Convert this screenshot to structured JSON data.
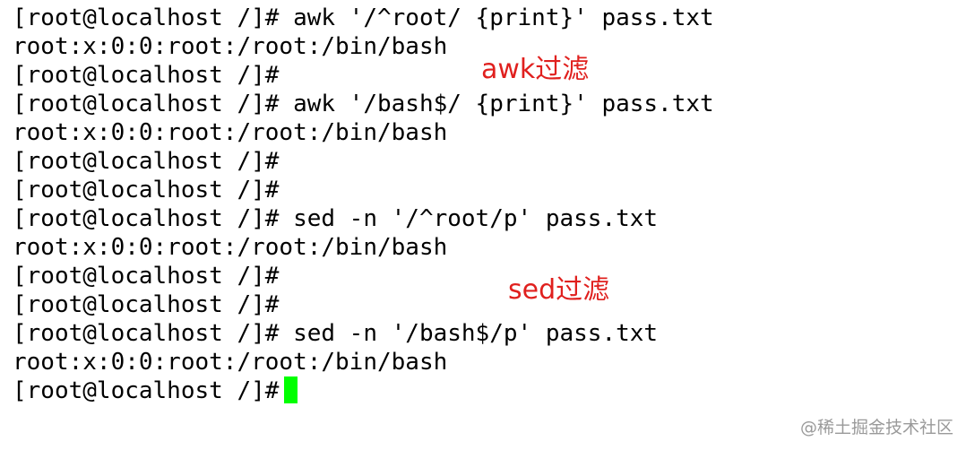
{
  "terminal": {
    "lines": [
      "[root@localhost /]# awk '/^root/ {print}' pass.txt",
      "root:x:0:0:root:/root:/bin/bash",
      "[root@localhost /]#",
      "[root@localhost /]# awk '/bash$/ {print}' pass.txt",
      "root:x:0:0:root:/root:/bin/bash",
      "[root@localhost /]#",
      "[root@localhost /]#",
      "[root@localhost /]# sed -n '/^root/p' pass.txt",
      "root:x:0:0:root:/root:/bin/bash",
      "[root@localhost /]#",
      "[root@localhost /]#",
      "[root@localhost /]# sed -n '/bash$/p' pass.txt",
      "root:x:0:0:root:/root:/bin/bash",
      "[root@localhost /]#"
    ],
    "cursor_color": "#00ff00"
  },
  "annotations": {
    "awk_label": "awk过滤",
    "sed_label": "sed过滤",
    "color": "#e0201e"
  },
  "watermark": "@稀土掘金技术社区"
}
